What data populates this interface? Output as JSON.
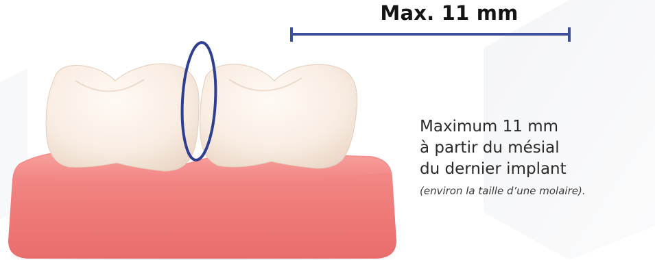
{
  "measurement": {
    "label": "Max. 11 mm"
  },
  "description": {
    "line1": "Maximum 11 mm",
    "line2": "à partir du mésial",
    "line3": "du dernier implant",
    "note": "(environ la taille d’une molaire)."
  },
  "colors": {
    "measure_bar": "#3d4f9a",
    "ellipse": "#2e3f92",
    "gum": "#f07a78",
    "tooth": "#f8ece2",
    "text": "#2a2a2a"
  }
}
